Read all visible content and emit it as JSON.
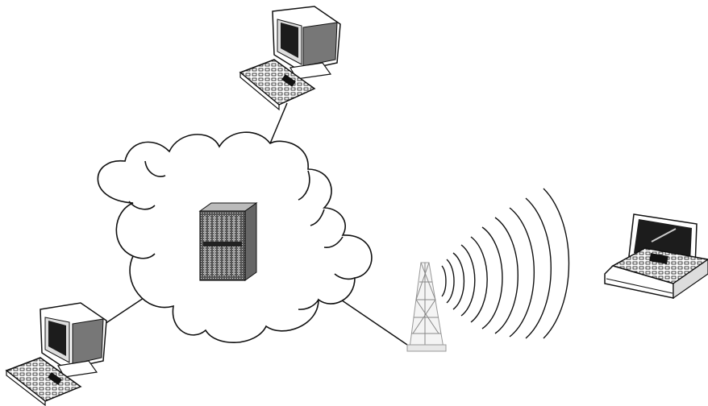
{
  "diagram": {
    "nodes": [
      {
        "id": "desktop-top",
        "kind": "desktop-computer-icon"
      },
      {
        "id": "desktop-bottom-left",
        "kind": "desktop-computer-icon"
      },
      {
        "id": "central-server",
        "kind": "server-rack-icon"
      },
      {
        "id": "antenna-tower",
        "kind": "transmission-tower-icon"
      },
      {
        "id": "laptop",
        "kind": "laptop-computer-icon"
      }
    ],
    "links": [
      {
        "from": "desktop-top",
        "to": "network-cloud",
        "type": "wired"
      },
      {
        "from": "desktop-bottom-left",
        "to": "network-cloud",
        "type": "wired"
      },
      {
        "from": "network-cloud",
        "to": "antenna-tower",
        "type": "wired"
      },
      {
        "from": "antenna-tower",
        "to": "laptop",
        "type": "wireless"
      }
    ],
    "colors": {
      "stroke": "#111111",
      "screen": "#2a2a2a",
      "paper": "#ffffff"
    }
  }
}
